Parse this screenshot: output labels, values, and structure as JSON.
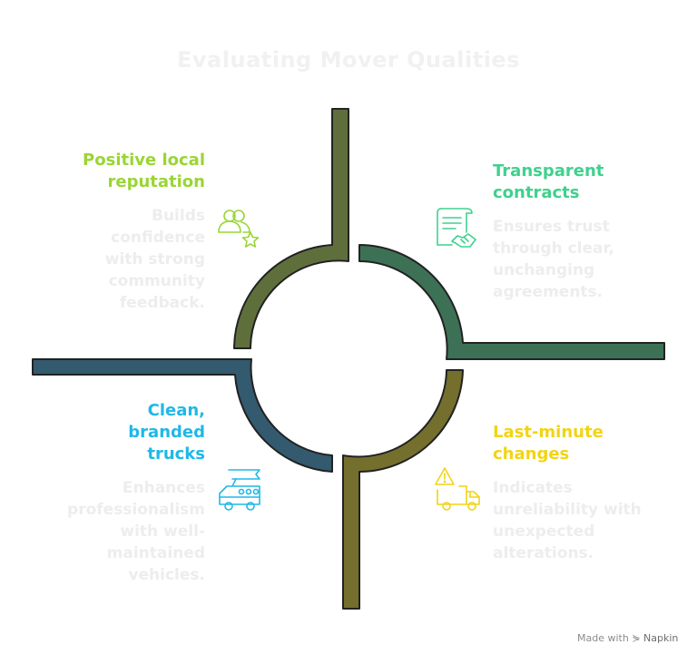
{
  "title": "Evaluating Mover Qualities",
  "quadrants": {
    "top_left": {
      "heading_line1": "Positive local",
      "heading_line2": "reputation",
      "desc_lines": [
        "Builds",
        "confidence",
        "with strong",
        "community",
        "feedback."
      ],
      "color": "#9ad535",
      "icon": "people-star-icon"
    },
    "top_right": {
      "heading_line1": "Transparent",
      "heading_line2": "contracts",
      "desc_lines": [
        "Ensures trust",
        "through clear,",
        "unchanging",
        "agreements."
      ],
      "color": "#3fd18d",
      "icon": "contract-handshake-icon"
    },
    "bottom_left": {
      "heading_line1": "Clean,",
      "heading_line2": "branded",
      "heading_line3": "trucks",
      "desc_lines": [
        "Enhances",
        "professionalism",
        "with well-",
        "maintained",
        "vehicles."
      ],
      "color": "#1fb8e8",
      "icon": "branded-truck-icon"
    },
    "bottom_right": {
      "heading_line1": "Last-minute",
      "heading_line2": "changes",
      "desc_lines": [
        "Indicates",
        "unreliability with",
        "unexpected",
        "alterations."
      ],
      "color": "#f2d414",
      "icon": "warning-truck-icon"
    }
  },
  "segment_colors": {
    "top_left": "#5f6f3c",
    "top_right": "#3d7155",
    "bottom_left": "#335a6e",
    "bottom_right": "#756f2e"
  },
  "footer": {
    "made_with": "Made with",
    "brand": "Napkin"
  }
}
